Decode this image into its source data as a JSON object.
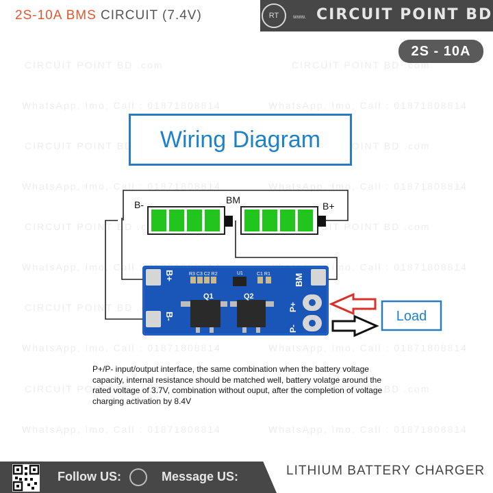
{
  "header": {
    "title_accent": "2S-10A BMS",
    "title_rest": " CIRCUIT (7.4V)",
    "brand_logo": "RT",
    "brand_web": "www.",
    "brand_name": "CIRCUIT POINT BD",
    "badge": "2S - 10A"
  },
  "watermark": {
    "brand": "CIRCUIT POINT BD .com",
    "contact": "WhatsApp, Imo, Call : 01871808814"
  },
  "diagram": {
    "title": "Wiring Diagram",
    "labels": {
      "b_minus": "B-",
      "bm": "BM",
      "b_plus": "B+",
      "pad_b_plus": "B+",
      "pad_b_minus": "B-",
      "pad_bm": "BM",
      "pad_p_plus": "P+",
      "pad_p_minus": "P-",
      "q1": "Q1",
      "q2": "Q2",
      "components_left": "R3 C3 C2 R2",
      "u1": "U1",
      "components_right": "C1 R1",
      "load": "Load"
    },
    "colors": {
      "cell_green": "#22c51d",
      "pcb_blue": "#1a56b8",
      "arrow_red": "#d9302a",
      "box_blue": "#2a7bbd"
    }
  },
  "description": {
    "line1": "P+/P- input/output interface, the same combination when the battery voltage",
    "line2": "capacity, internal resistance should be matched well, battery volatge around the",
    "line3": "rated voltage of 3.7V, combination without ouput, after the completion of voltage",
    "line4": "charging activation by 8.4V"
  },
  "footer": {
    "follow": "Follow US:",
    "message": "Message US:",
    "charger": "LITHIUM BATTERY CHARGER"
  }
}
